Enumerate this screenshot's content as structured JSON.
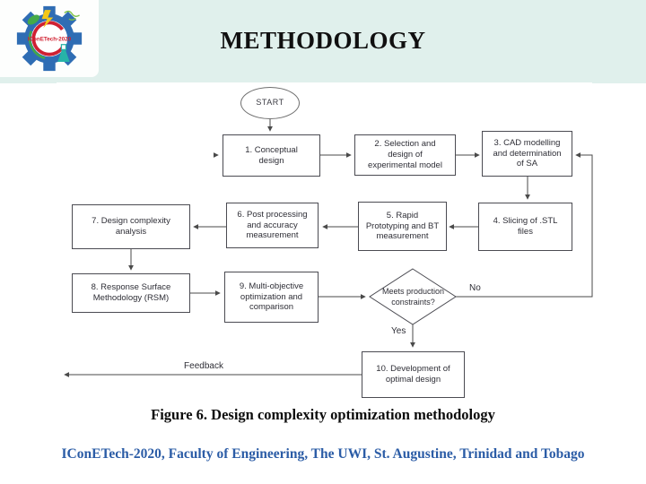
{
  "slide": {
    "title": "METHODOLOGY",
    "caption": "Figure 6. Design complexity optimization methodology",
    "footer": "IConETech-2020, Faculty of Engineering, The UWI, St. Augustine, Trinidad and Tobago"
  },
  "logo": {
    "text": "IConETech-2020"
  },
  "flowchart": {
    "start": "START",
    "nodes": {
      "n1": "1. Conceptual\ndesign",
      "n2": "2. Selection and\ndesign of\nexperimental model",
      "n3": "3. CAD modelling\nand determination\nof SA",
      "n4": "4. Slicing of .STL\nfiles",
      "n5": "5. Rapid\nPrototyping and BT\nmeasurement",
      "n6": "6. Post processing\nand accuracy\nmeasurement",
      "n7": "7. Design complexity\nanalysis",
      "n8": "8. Response Surface\nMethodology (RSM)",
      "n9": "9. Multi-objective\noptimization and\ncomparison",
      "n10": "10. Development of\noptimal design"
    },
    "decision": "Meets production\nconstraints?",
    "branch_no": "No",
    "branch_yes": "Yes",
    "feedback": "Feedback"
  },
  "colors": {
    "header_bg": "#e0f0ec",
    "footer_text": "#2b5ca6",
    "connector": "#4a4a4a",
    "box_border": "#4b4b52",
    "logo_gear_blue": "#2f6db4",
    "logo_ring_red": "#cf2032",
    "logo_green": "#44a948",
    "logo_yellow": "#f4c718",
    "logo_teal": "#27b3a8"
  }
}
